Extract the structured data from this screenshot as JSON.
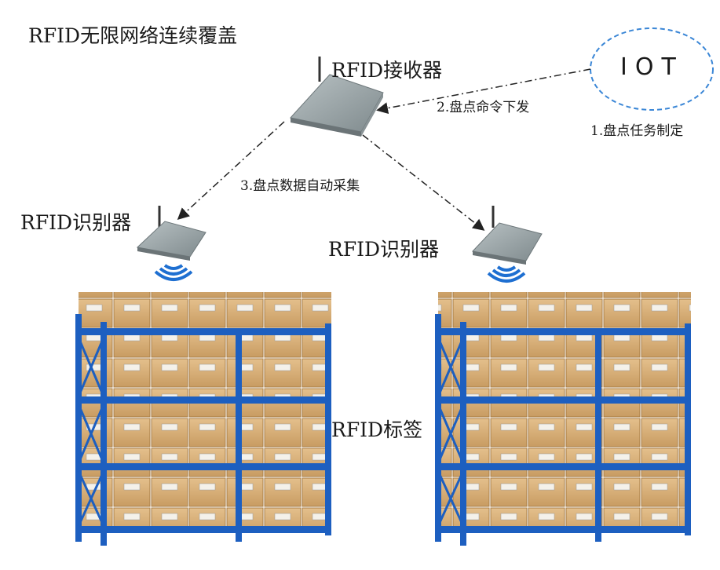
{
  "title": "RFID无限网络连续覆盖",
  "receiver_label": "RFID接收器",
  "iot_label": "IOT",
  "step1": "1.盘点任务制定",
  "step2": "2.盘点命令下发",
  "step3": "3.盘点数据自动采集",
  "reader_left_label": "RFID识别器",
  "reader_right_label": "RFID识别器",
  "tag_label": "RFID标签",
  "colors": {
    "rack_blue": "#1d5fc0",
    "box_tan": "#d9b27c",
    "signal_blue": "#1e6fd1",
    "iot_ellipse": "#3a86d6"
  }
}
